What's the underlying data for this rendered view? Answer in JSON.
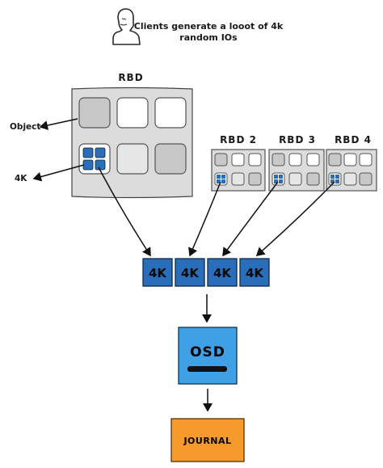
{
  "header": {
    "line1": "Clients generate a looot of 4k",
    "line2": "random IOs",
    "client_icon": "person-bust-icon"
  },
  "labels": {
    "object": "Object",
    "fourk": "4K"
  },
  "rbd_main": {
    "label": "RBD"
  },
  "rbd_small": [
    {
      "label": "RBD 2"
    },
    {
      "label": "RBD 3"
    },
    {
      "label": "RBD 4"
    }
  ],
  "blocks": [
    {
      "label": "4K"
    },
    {
      "label": "4K"
    },
    {
      "label": "4K"
    },
    {
      "label": "4K"
    }
  ],
  "osd": {
    "label": "OSD",
    "icon": "disk-slot-icon"
  },
  "journal": {
    "label": "JOURNAL"
  },
  "colors": {
    "rbd_fill": "#dcdcdc",
    "object_light": "#ffffff",
    "object_dark": "#c8c8c8",
    "block_blue": "#2a6db8",
    "osd_blue": "#3fa0e6",
    "journal_orange": "#f59a2b"
  }
}
